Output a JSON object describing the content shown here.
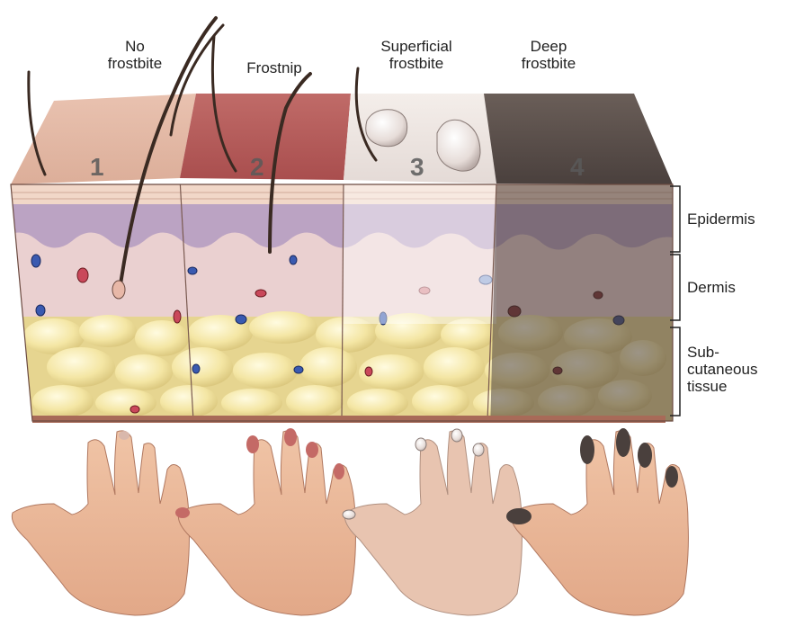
{
  "stages": [
    {
      "number": "1",
      "label": "No\nfrostbite"
    },
    {
      "number": "2",
      "label": "Frostnip"
    },
    {
      "number": "3",
      "label": "Superficial\nfrostbite"
    },
    {
      "number": "4",
      "label": "Deep\nfrostbite"
    }
  ],
  "layers": [
    {
      "label": "Epidermis"
    },
    {
      "label": "Dermis"
    },
    {
      "label": "Sub-\ncutaneous\ntissue"
    }
  ],
  "colors": {
    "skin_surface": "#e8c4b0",
    "frostnip": "#b85b5b",
    "superficial": "#efe8e4",
    "deep": "#5b504c",
    "epidermis": "#b8a0c0",
    "dermis": "#ebcfcf",
    "fat": "#f3e6a6",
    "hand": "#e8b595"
  },
  "icons": [
    "hair-icon",
    "blister-icon",
    "blood-vessel-icon",
    "fat-cell-icon",
    "hand-icon"
  ]
}
